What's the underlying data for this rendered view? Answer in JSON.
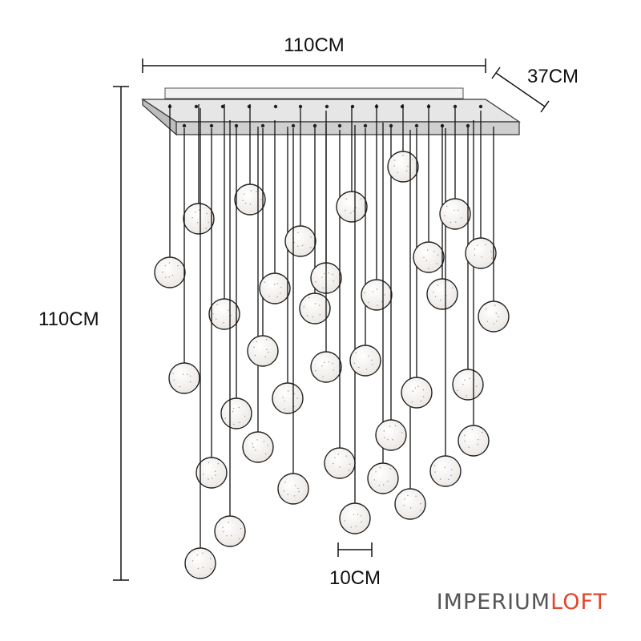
{
  "dimensions": {
    "width_label": "110CM",
    "depth_label": "37CM",
    "height_label": "110CM",
    "globe_label": "10CM"
  },
  "brand": {
    "part1": "IMPERIUM",
    "part2": "LOFT",
    "color_part1": "#555555",
    "color_part2": "#e2462a"
  },
  "colors": {
    "line": "#111111",
    "canopy": "#d8d8d8",
    "globe_fill": "#f7f4f1",
    "globe_stroke": "#222222"
  }
}
